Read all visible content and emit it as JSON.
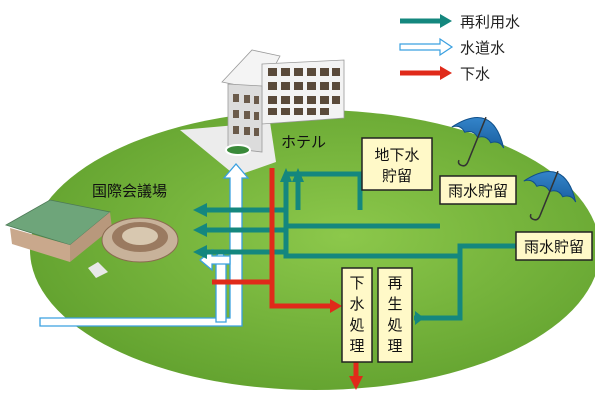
{
  "legend": {
    "reuse_water": "再利用水",
    "tap_water": "水道水",
    "sewage": "下水"
  },
  "labels": {
    "hotel": "ホテル",
    "conference_hall": "国際会議場",
    "groundwater_storage_line1": "地下水",
    "groundwater_storage_line2": "貯留",
    "rainwater_storage_1": "雨水貯留",
    "rainwater_storage_2": "雨水貯留",
    "sewage_treatment_chars": [
      "下",
      "水",
      "処",
      "理"
    ],
    "regeneration_treatment_chars": [
      "再",
      "生",
      "処",
      "理"
    ]
  },
  "colors": {
    "reuse_water": "#14877e",
    "tap_water": "#3aa0e0",
    "sewage": "#e02a1a",
    "field": "#76b93a",
    "box_fill": "#fff9c8",
    "umbrella": "#1f72b8"
  }
}
